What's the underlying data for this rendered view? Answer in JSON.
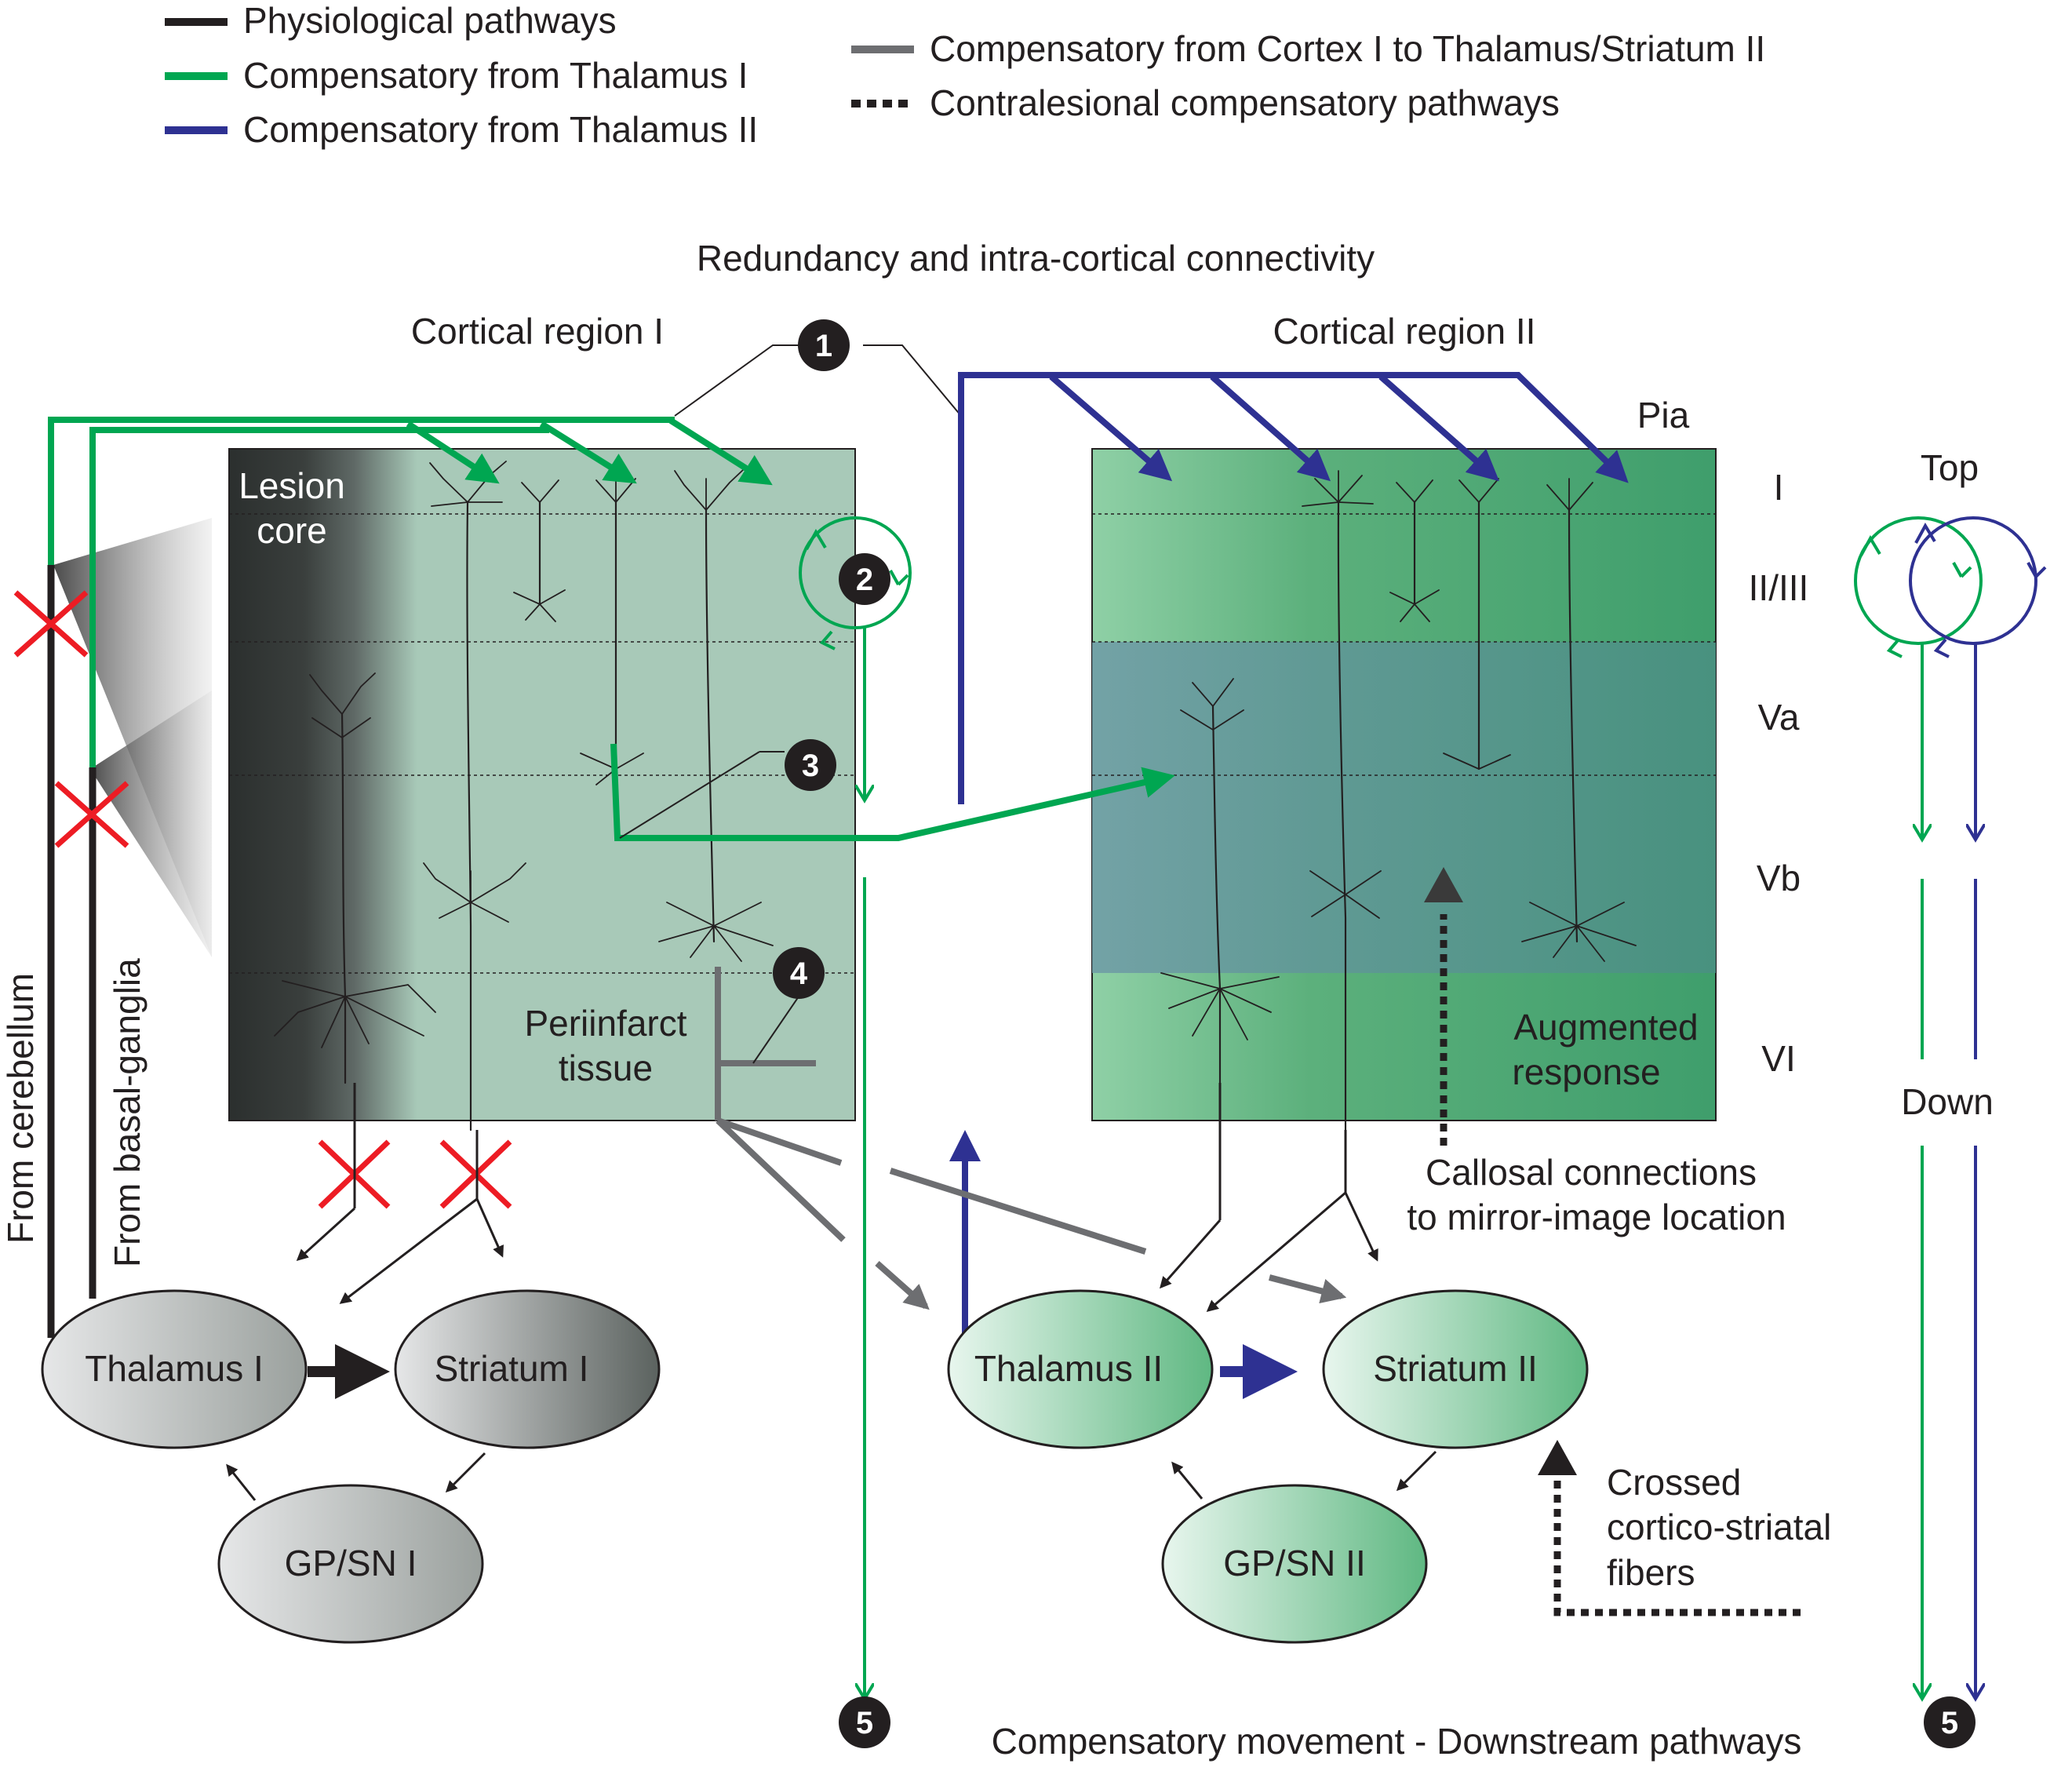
{
  "colors": {
    "physiological": "#231f20",
    "thalamus1": "#00a651",
    "thalamus2": "#2e3192",
    "cortex1": "#6d6e71",
    "lesion_mark": "#ed1c24",
    "cortex1_fill": "#a8c9b8",
    "cortex2_fill": "#3f9e6c",
    "cortex2_band": "#4f8d94"
  },
  "legend": {
    "items": [
      {
        "label": "Physiological pathways",
        "style": "solid-black"
      },
      {
        "label": "Compensatory from Thalamus I",
        "style": "solid-green"
      },
      {
        "label": "Compensatory from Thalamus II",
        "style": "solid-blue"
      },
      {
        "label": "Compensatory  from Cortex I to Thalamus/Striatum II",
        "style": "solid-gray"
      },
      {
        "label": "Contralesional compensatory pathways",
        "style": "dotted-black"
      }
    ]
  },
  "header": {
    "title": "Redundancy and intra-cortical connectivity"
  },
  "cortex1": {
    "title": "Cortical region I",
    "lesion_line1": "Lesion",
    "lesion_line2": "core",
    "periinfarct_line1": "Periinfarct",
    "periinfarct_line2": "tissue"
  },
  "cortex2": {
    "title": "Cortical region II",
    "pia": "Pia",
    "augmented_line1": "Augmented",
    "augmented_line2": "response"
  },
  "layers": [
    "I",
    "II/III",
    "Va",
    "Vb",
    "VI"
  ],
  "side_inputs": {
    "cerebellum": "From cerebellum",
    "basal_ganglia": "From basal-ganglia"
  },
  "nodes": {
    "thalamus1": "Thalamus I",
    "striatum1": "Striatum I",
    "gpsn1": "GP/SN I",
    "thalamus2": "Thalamus II",
    "striatum2": "Striatum II",
    "gpsn2": "GP/SN II"
  },
  "annotations": {
    "callosal_line1": "Callosal connections",
    "callosal_line2": "to mirror-image location",
    "crossed_line1": "Crossed",
    "crossed_line2": "cortico-striatal",
    "crossed_line3": "fibers",
    "top": "Top",
    "down": "Down",
    "bottom_caption": "Compensatory movement - Downstream pathways"
  },
  "badges": [
    "1",
    "2",
    "3",
    "4",
    "5",
    "5"
  ]
}
